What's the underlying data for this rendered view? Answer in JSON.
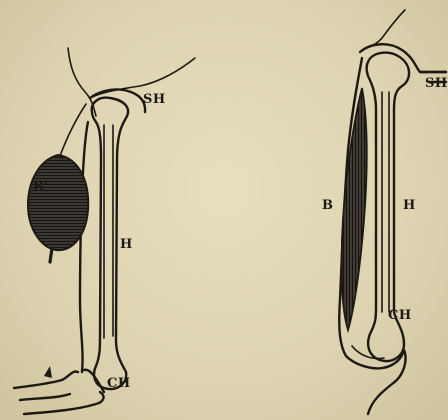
{
  "figure": {
    "left_diagram": {
      "labels": {
        "bursa": "B′",
        "shoulder_head": "SH",
        "humerus": "H",
        "condyle": "CH"
      }
    },
    "right_diagram": {
      "labels": {
        "bursa": "B",
        "shoulder_head": "SH",
        "humerus": "H",
        "condyle": "CH"
      }
    },
    "colors": {
      "ink": "#1d1a14",
      "paper": "#ddd3b0"
    }
  }
}
